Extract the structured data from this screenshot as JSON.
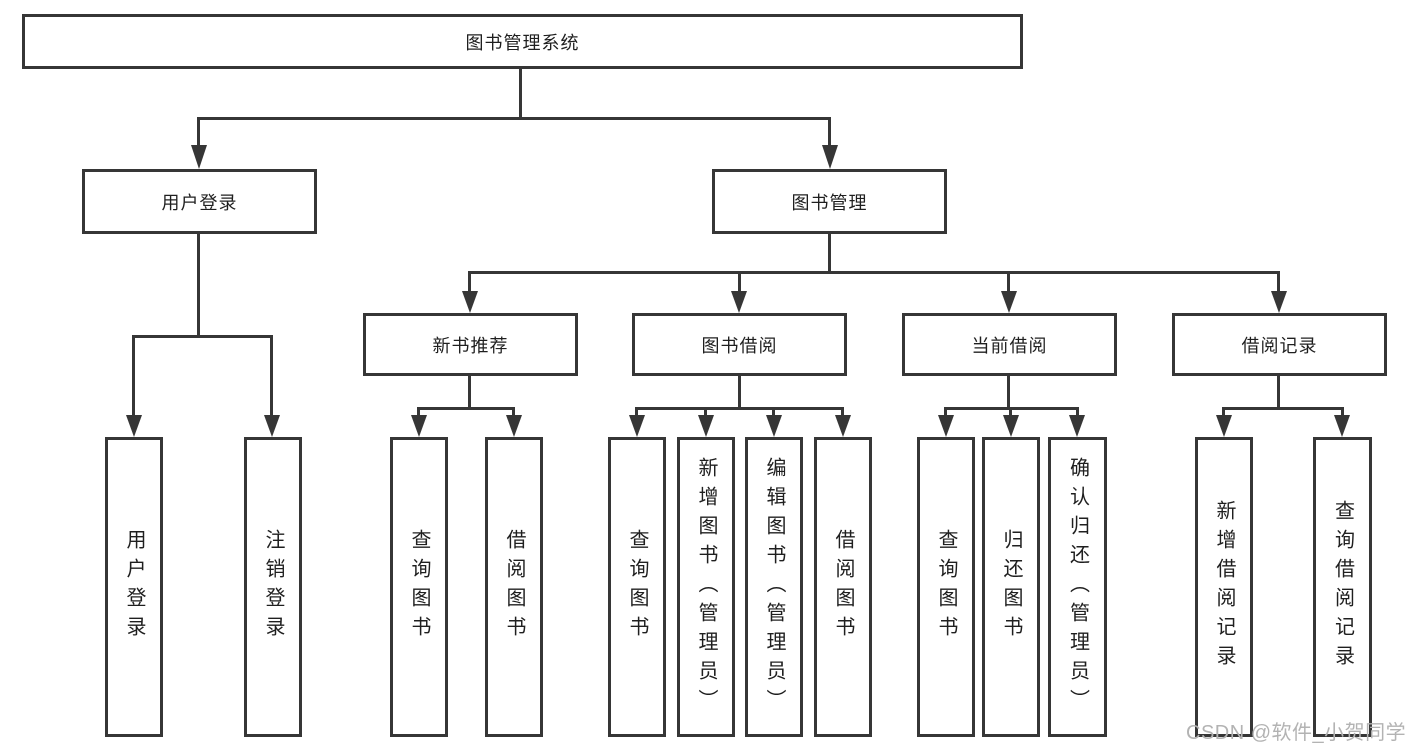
{
  "diagram": {
    "root": "图书管理系统",
    "level2": [
      {
        "label": "用户登录",
        "leaves": [
          "用户登录",
          "注销登录"
        ]
      },
      {
        "label": "图书管理",
        "modules": [
          {
            "label": "新书推荐",
            "leaves": [
              "查询图书",
              "借阅图书"
            ]
          },
          {
            "label": "图书借阅",
            "leaves": [
              "查询图书",
              "新增图书（管理员）",
              "编辑图书（管理员）",
              "借阅图书"
            ]
          },
          {
            "label": "当前借阅",
            "leaves": [
              "查询图书",
              "归还图书",
              "确认归还（管理员）"
            ]
          },
          {
            "label": "借阅记录",
            "leaves": [
              "新增借阅记录",
              "查询借阅记录"
            ]
          }
        ]
      }
    ]
  },
  "watermark": {
    "text": "CSDN @软件_小贺同学"
  },
  "colors": {
    "line": "#363636",
    "text": "#1f1f1f",
    "watermark": "#b3b3b3",
    "background": "#ffffff"
  }
}
